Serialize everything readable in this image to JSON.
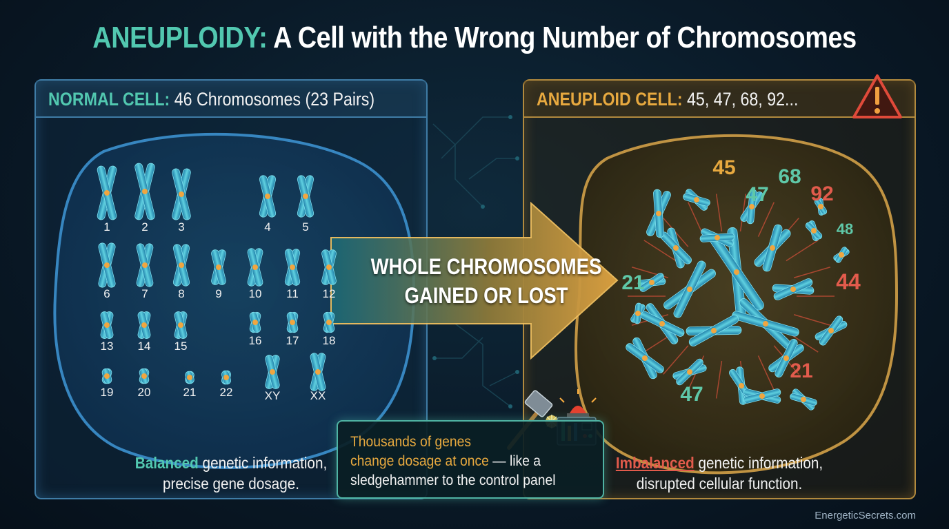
{
  "title": {
    "accent": "ANEUPLOIDY:",
    "rest": "A Cell with the Wrong Number of Chromosomes"
  },
  "left_panel": {
    "heading_accent": "NORMAL CELL:",
    "heading_rest": "46 Chromosomes (23 Pairs)",
    "caption_highlight": "Balanced",
    "caption_rest_1": " genetic information,",
    "caption_line_2": "precise gene dosage.",
    "chromosome_labels": [
      "1",
      "2",
      "3",
      "4",
      "5",
      "6",
      "7",
      "8",
      "9",
      "10",
      "11",
      "12",
      "13",
      "14",
      "15",
      "16",
      "17",
      "18",
      "19",
      "20",
      "21",
      "22",
      "XY",
      "XX"
    ]
  },
  "arrow": {
    "line_1": "WHOLE CHROMOSOMES",
    "line_2": "GAINED OR LOST"
  },
  "right_panel": {
    "heading_accent": "ANEUPLOID CELL:",
    "heading_rest": "45, 47, 68, 92...",
    "caption_highlight": "Imbalanced",
    "caption_rest_1": " genetic information,",
    "caption_line_2": "disrupted cellular function.",
    "counts": [
      "45",
      "47",
      "68",
      "92",
      "48",
      "21",
      "44",
      "21",
      "47"
    ],
    "warning_icon": "warning-triangle-icon"
  },
  "callout": {
    "line_1": "Thousands of genes",
    "line_2": "change dosage at once",
    "line_2_rest": " — like a",
    "line_3": "sledgehammer to the control panel",
    "icons": [
      "sledgehammer-icon",
      "siren-icon",
      "control-panel-icon"
    ]
  },
  "footer": "EnergeticSecrets.com",
  "colors": {
    "teal": "#52c8b0",
    "gold": "#e7a93f",
    "red": "#e25b4c",
    "blue": "#3f7ca6"
  }
}
